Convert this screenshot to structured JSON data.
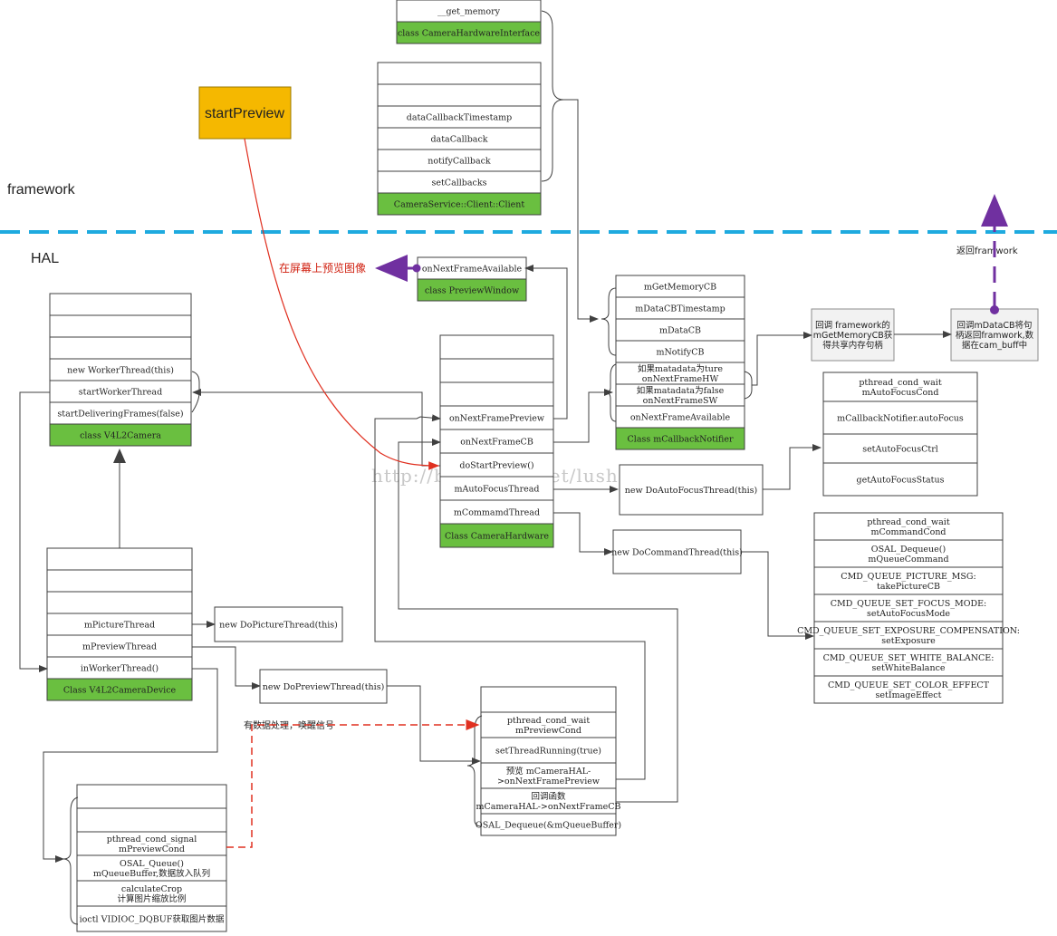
{
  "labels": {
    "framework": "framework",
    "hal": "HAL",
    "start_preview": "startPreview",
    "preview_on_screen": "在屏幕上预览图像",
    "return_framework": "返回framwork",
    "wake_signal": "有数据处理，唤醒信号",
    "watermark": "http://blog.csdn.net/lushengchu_luis"
  },
  "colors": {
    "dashed_line": "#1eaadf",
    "title_green": "#6abf40",
    "start_fill": "#f5b800",
    "red_arrow": "#e03020",
    "purple_arrow": "#7030a0",
    "note_fill": "#f2f2f2"
  },
  "boxes": {
    "chi": {
      "rows": [
        "__get_memory"
      ],
      "title": "class CameraHardwareInterface"
    },
    "csc": {
      "rows": [
        "",
        "",
        "dataCallbackTimestamp",
        "dataCallback",
        "notifyCallback",
        "setCallbacks"
      ],
      "title": "CameraService::Client::Client"
    },
    "pw": {
      "rows": [
        "onNextFrameAvailable"
      ],
      "title": "class PreviewWindow"
    },
    "v4l2cam": {
      "rows": [
        "",
        "",
        "",
        "new WorkerThread(this)",
        "startWorkerThread",
        "startDeliveringFrames(false)"
      ],
      "title": "class V4L2Camera"
    },
    "camhw": {
      "rows": [
        "",
        "",
        "",
        "onNextFramePreview",
        "onNextFrameCB",
        "doStartPreview()",
        "mAutoFocusThread",
        "mCommamdThread"
      ],
      "title": "Class CameraHardware"
    },
    "cbn": {
      "rows": [
        "mGetMemoryCB",
        "mDataCBTimestamp",
        "mDataCB",
        "mNotifyCB",
        "如果matadata为ture\nonNextFrameHW",
        "如果matadata为false\nonNextFrameSW",
        "onNextFrameAvailable"
      ],
      "title": "Class mCallbackNotifier"
    },
    "v4l2dev": {
      "rows": [
        "",
        "",
        "",
        "mPictureThread",
        "mPreviewThread",
        "inWorkerThread()"
      ],
      "title": "Class V4L2CameraDevice"
    }
  },
  "plain_boxes": {
    "af": [
      "pthread_cond_wait\nmAutoFocusCond",
      "mCallbackNotifier.autoFocus",
      "setAutoFocusCtrl",
      "getAutoFocusStatus"
    ],
    "cmd": [
      "pthread_cond_wait\nmCommandCond",
      "OSAL_Dequeue()\nmQueueCommand",
      "CMD_QUEUE_PICTURE_MSG:\ntakePictureCB",
      "CMD_QUEUE_SET_FOCUS_MODE:\nsetAutoFocusMode",
      "CMD_QUEUE_SET_EXPOSURE_COMPENSATION:\nsetExposure",
      "CMD_QUEUE_SET_WHITE_BALANCE:\nsetWhiteBalance",
      "CMD_QUEUE_SET_COLOR_EFFECT\nsetImageEffect"
    ],
    "prev": [
      "",
      "pthread_cond_wait\nmPreviewCond",
      "setThreadRunning(true)",
      "预览 mCameraHAL-\n>onNextFramePreview",
      "回调函数\nmCameraHAL->onNextFrameCB",
      "OSAL_Dequeue(&mQueueBuffer)"
    ],
    "worker": [
      "",
      "",
      "pthread_cond_signal\nmPreviewCond",
      "OSAL_Queue()\nmQueueBuffer,数据放入队列",
      "calculateCrop\n计算图片缩放比例",
      "ioctl   VIDIOC_DQBUF获取图片数据"
    ]
  },
  "singles": {
    "dopicture": "new DoPictureThread(this)",
    "dopreview": "new DoPreviewThread(this)",
    "doaf": "new DoAutoFocusThread(this)",
    "docmd": "new DoCommandThread(this)"
  },
  "notes": {
    "getmem": "回调 framework的\nmGetMemoryCB获\n得共享内存句柄",
    "datacb": "回调mDataCB将句\n柄返回framwork,数\n据在cam_buff中"
  }
}
